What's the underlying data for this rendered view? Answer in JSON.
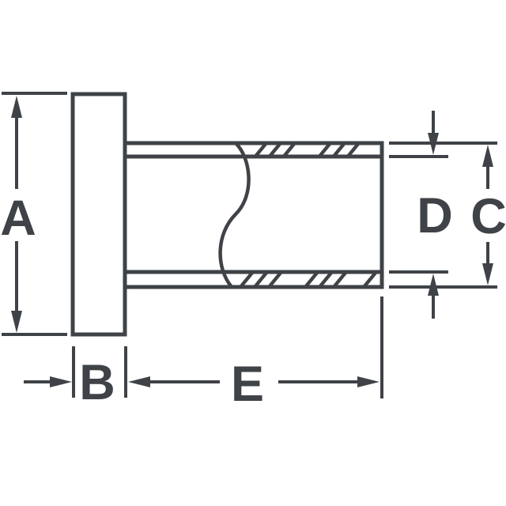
{
  "drawing": {
    "colors": {
      "line": "#3f4347",
      "background": "#ffffff"
    },
    "labels": {
      "a": "A",
      "b": "B",
      "c": "C",
      "d": "D",
      "e": "E"
    }
  }
}
